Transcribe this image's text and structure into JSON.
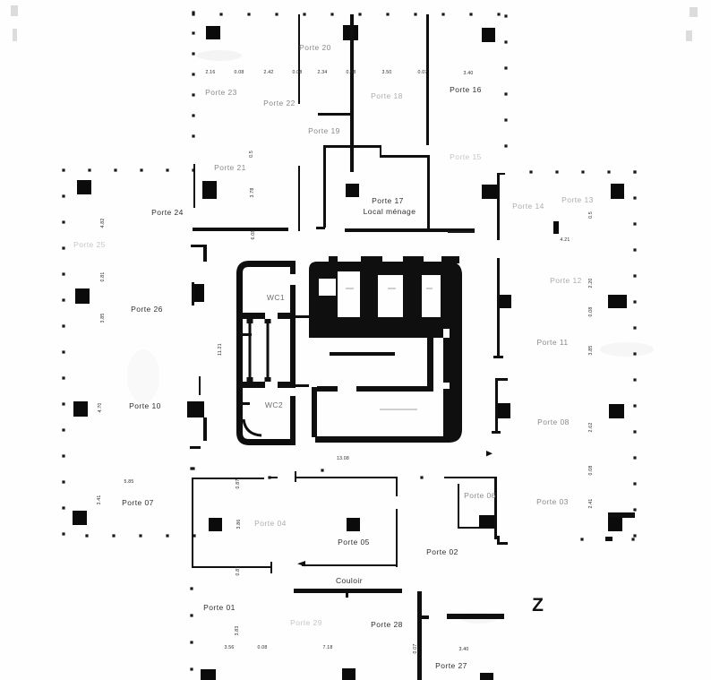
{
  "plan": {
    "type": "architectural floor plan (scanned)",
    "labels": {
      "porte_20": "Porte 20",
      "porte_23": "Porte 23",
      "porte_22": "Porte 22",
      "porte_18": "Porte 18",
      "porte_16": "Porte 16",
      "porte_19": "Porte 19",
      "porte_21": "Porte 21",
      "porte_15": "Porte 15",
      "porte_24": "Porte 24",
      "porte_14": "Porte 14",
      "porte_13": "Porte 13",
      "porte_17": "Porte 17",
      "local_menage": "Local ménage",
      "porte_25": "Porte 25",
      "porte_12": "Porte 12",
      "porte_26": "Porte 26",
      "wc1": "WC1",
      "porte_11": "Porte 11",
      "wc2": "WC2",
      "porte_10": "Porte 10",
      "porte_08": "Porte 08",
      "porte_07": "Porte 07",
      "porte_03": "Porte 03",
      "porte_06": "Porte 06",
      "porte_04": "Porte 04",
      "porte_05": "Porte 05",
      "porte_02": "Porte 02",
      "couloir": "Couloir",
      "porte_01": "Porte 01",
      "porte_29": "Porte 29",
      "porte_28": "Porte 28",
      "porte_27": "Porte 27",
      "north": "Z"
    },
    "dims": [
      "2.16",
      "0.08",
      "2.42",
      "0.08",
      "2.34",
      "0.08",
      "3.50",
      "0.07",
      "3.40",
      "0.5",
      "3.78",
      "6.08",
      "4.82",
      "0.81",
      "3.85",
      "11.21",
      "4.70",
      "3.41",
      "5.85",
      "13.08",
      "4.21",
      "0.5",
      "2.20",
      "0.08",
      "3.85",
      "2.62",
      "0.08",
      "2.41",
      "0.87",
      "3.86",
      "0.87",
      "3.83",
      "3.56",
      "0.08",
      "7.18",
      "0.07",
      "3.40"
    ],
    "colors": {
      "ink": "#0f0f0f",
      "paper": "#fefefe",
      "faint_text": "#c6c6c6"
    }
  }
}
